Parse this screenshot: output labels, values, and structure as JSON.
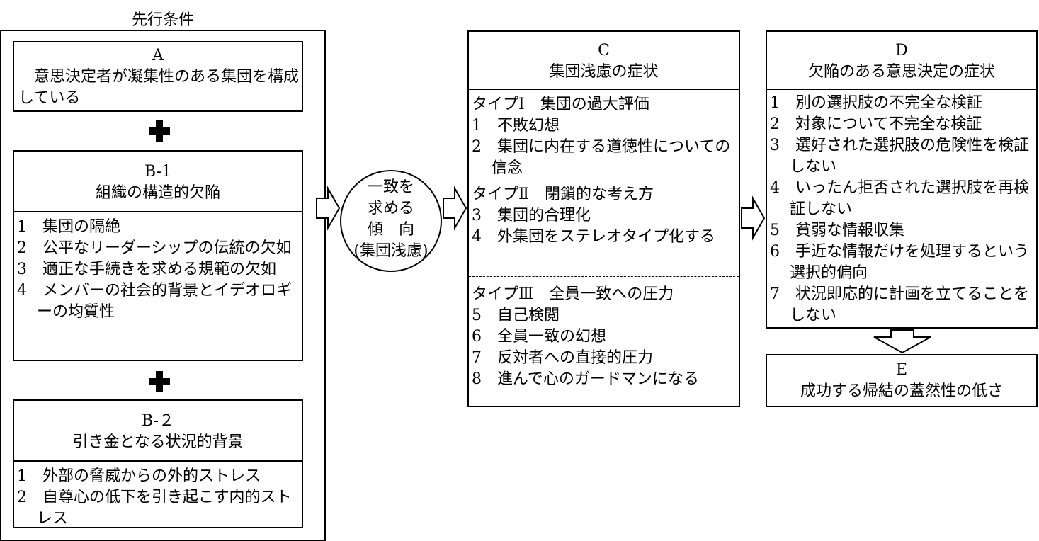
{
  "antecedents": {
    "title": "先行条件",
    "A": {
      "letter": "A",
      "text": "意思決定者が凝集性のある集団を構成している"
    },
    "B1": {
      "letter": "B-1",
      "title": "組織の構造的欠陥",
      "items": [
        "1　集団の隔絶",
        "2　公平なリーダーシップの伝統の欠如",
        "3　適正な手続きを求める規範の欠如",
        "4　メンバーの社会的背景とイデオロギーの均質性"
      ]
    },
    "B2": {
      "letter": "B-２",
      "title": "引き金となる状況的背景",
      "items": [
        "1　外部の脅威からの外的ストレス",
        "2　自尊心の低下を引き起こす内的ストレス"
      ]
    }
  },
  "tendency": {
    "lines": [
      "一致を",
      "求める",
      "傾　向",
      "(集団浅慮)"
    ]
  },
  "C": {
    "letter": "C",
    "title": "集団浅慮の症状",
    "types": [
      {
        "label": "タイプⅠ　集団の過大評価",
        "items": [
          "1　不敗幻想",
          "2　集団に内在する道徳性についての信念"
        ]
      },
      {
        "label": "タイプⅡ　閉鎖的な考え方",
        "items": [
          "3　集団的合理化",
          "4　外集団をステレオタイプ化する"
        ]
      },
      {
        "label": "タイプⅢ　全員一致への圧力",
        "items": [
          "5　自己検閲",
          "6　全員一致の幻想",
          "7　反対者への直接的圧力",
          "8　進んで心のガードマンになる"
        ]
      }
    ]
  },
  "D": {
    "letter": "D",
    "title": "欠陥のある意思決定の症状",
    "items": [
      "1　別の選択肢の不完全な検証",
      "2　対象について不完全な検証",
      "3　選好された選択肢の危険性を検証しない",
      "4　いったん拒否された選択肢を再検証しない",
      "5　貧弱な情報収集",
      "6　手近な情報だけを処理するという選択的偏向",
      "7　状況即応的に計画を立てることをしない"
    ]
  },
  "E": {
    "letter": "E",
    "title": "成功する帰結の蓋然性の低さ"
  }
}
